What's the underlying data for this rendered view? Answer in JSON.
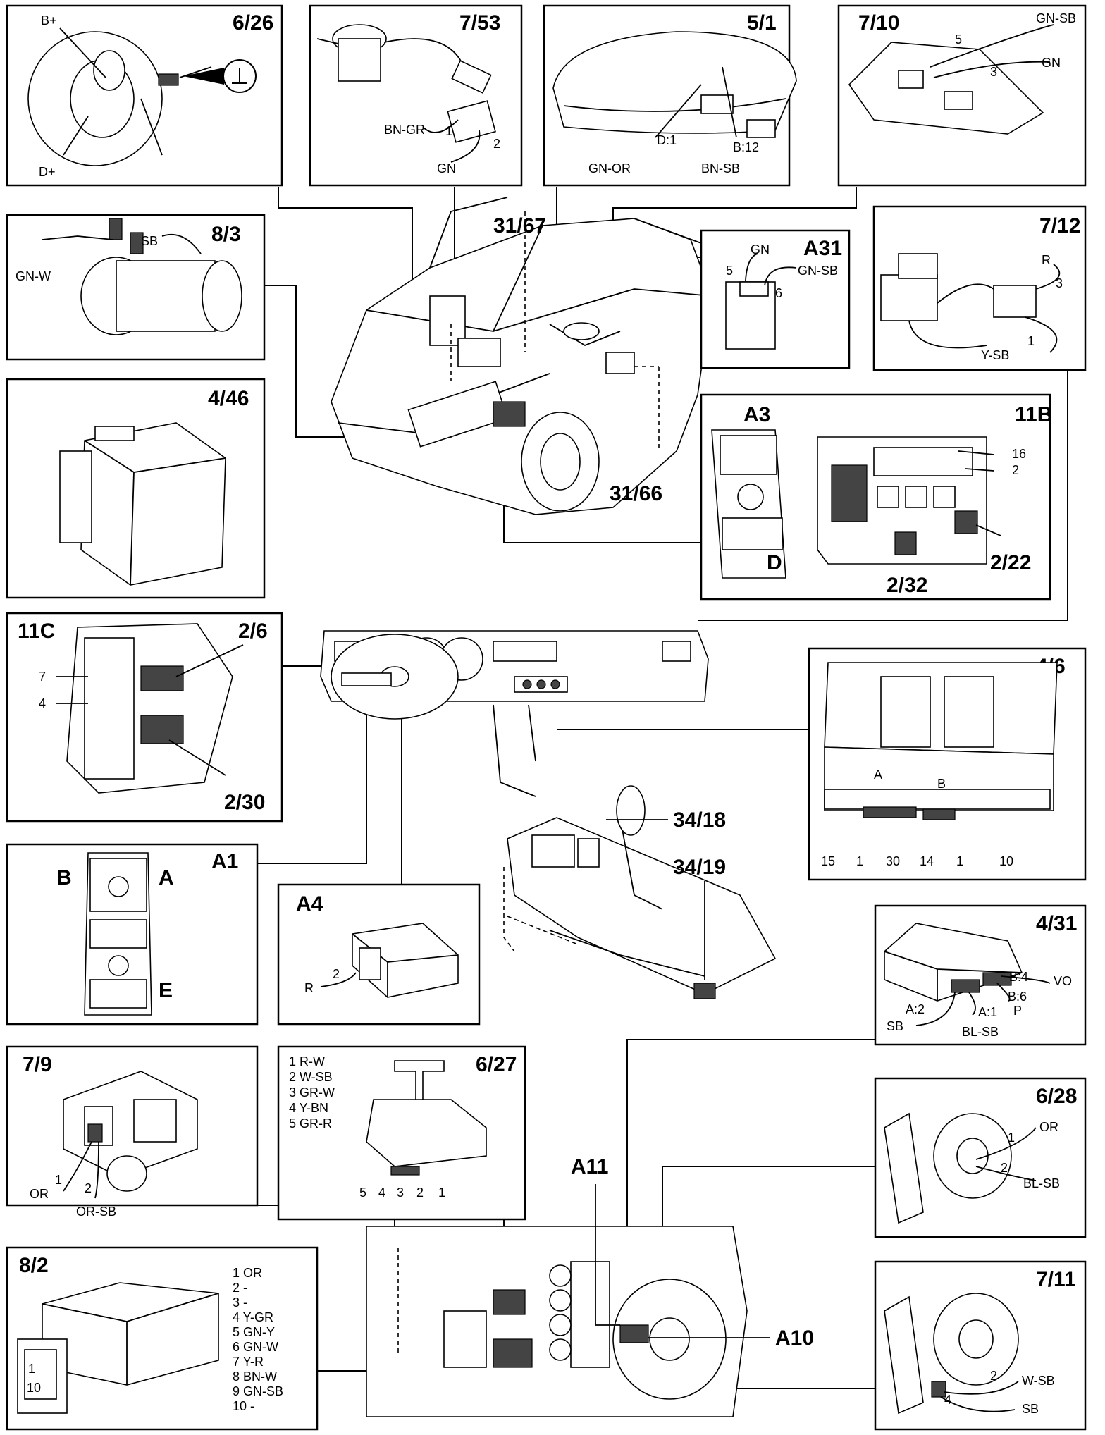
{
  "panels": {
    "p626": {
      "id": "6/26",
      "labels": [
        "B+",
        "D+"
      ]
    },
    "p753": {
      "id": "7/53",
      "labels": [
        "BN-GR",
        "1",
        "2",
        "GN"
      ]
    },
    "p51": {
      "id": "5/1",
      "labels": [
        "D:1",
        "B:12",
        "GN-OR",
        "BN-SB"
      ]
    },
    "p710": {
      "id": "7/10",
      "labels": [
        "5",
        "GN-SB",
        "GN",
        "3"
      ]
    },
    "p83": {
      "id": "8/3",
      "labels": [
        "SB",
        "GN-W"
      ]
    },
    "pA31": {
      "id": "A31",
      "labels": [
        "GN",
        "5",
        "GN-SB",
        "6"
      ]
    },
    "p712": {
      "id": "7/12",
      "labels": [
        "R",
        "3",
        "1",
        "Y-SB"
      ]
    },
    "p446": {
      "id": "4/46"
    },
    "pA3": {
      "id": "A3",
      "labels": [
        "11B",
        "16",
        "2",
        "D",
        "2/32",
        "2/22"
      ]
    },
    "p11C": {
      "id": "11C",
      "labels": [
        "2/6",
        "7",
        "4",
        "2/30"
      ]
    },
    "p46": {
      "id": "4/6",
      "labels": [
        "A",
        "B",
        "15",
        "1",
        "30",
        "14",
        "1",
        "10"
      ]
    },
    "pA1": {
      "id": "A1",
      "labels": [
        "B",
        "A",
        "E"
      ]
    },
    "pA4": {
      "id": "A4",
      "labels": [
        "R",
        "2"
      ]
    },
    "p431": {
      "id": "4/31",
      "labels": [
        "B:4",
        "VO",
        "B:6",
        "P",
        "A:2",
        "SB",
        "A:1",
        "BL-SB"
      ]
    },
    "p79": {
      "id": "7/9",
      "labels": [
        "1",
        "2",
        "OR",
        "OR-SB"
      ]
    },
    "p627": {
      "id": "6/27",
      "legend": [
        "1 R-W",
        "2 W-SB",
        "3 GR-W",
        "4 Y-BN",
        "5 GR-R"
      ],
      "pins": [
        "5",
        "4",
        "3",
        "2",
        "1"
      ]
    },
    "p628": {
      "id": "6/28",
      "labels": [
        "1",
        "OR",
        "2",
        "BL-SB"
      ]
    },
    "p82": {
      "id": "8/2",
      "legend": [
        "1 OR",
        "2 -",
        "3 -",
        "4 Y-GR",
        "5 GN-Y",
        "6 GN-W",
        "7 Y-R",
        "8 BN-W",
        "9 GN-SB",
        "10 -"
      ],
      "labels": [
        "1",
        "10"
      ]
    },
    "p711": {
      "id": "7/11",
      "labels": [
        "2",
        "W-SB",
        "4",
        "SB"
      ]
    }
  },
  "callouts": {
    "c3167": "31/67",
    "c3166": "31/66",
    "c3418": "34/18",
    "c3419": "34/19",
    "cA11": "A11",
    "cA10": "A10"
  }
}
